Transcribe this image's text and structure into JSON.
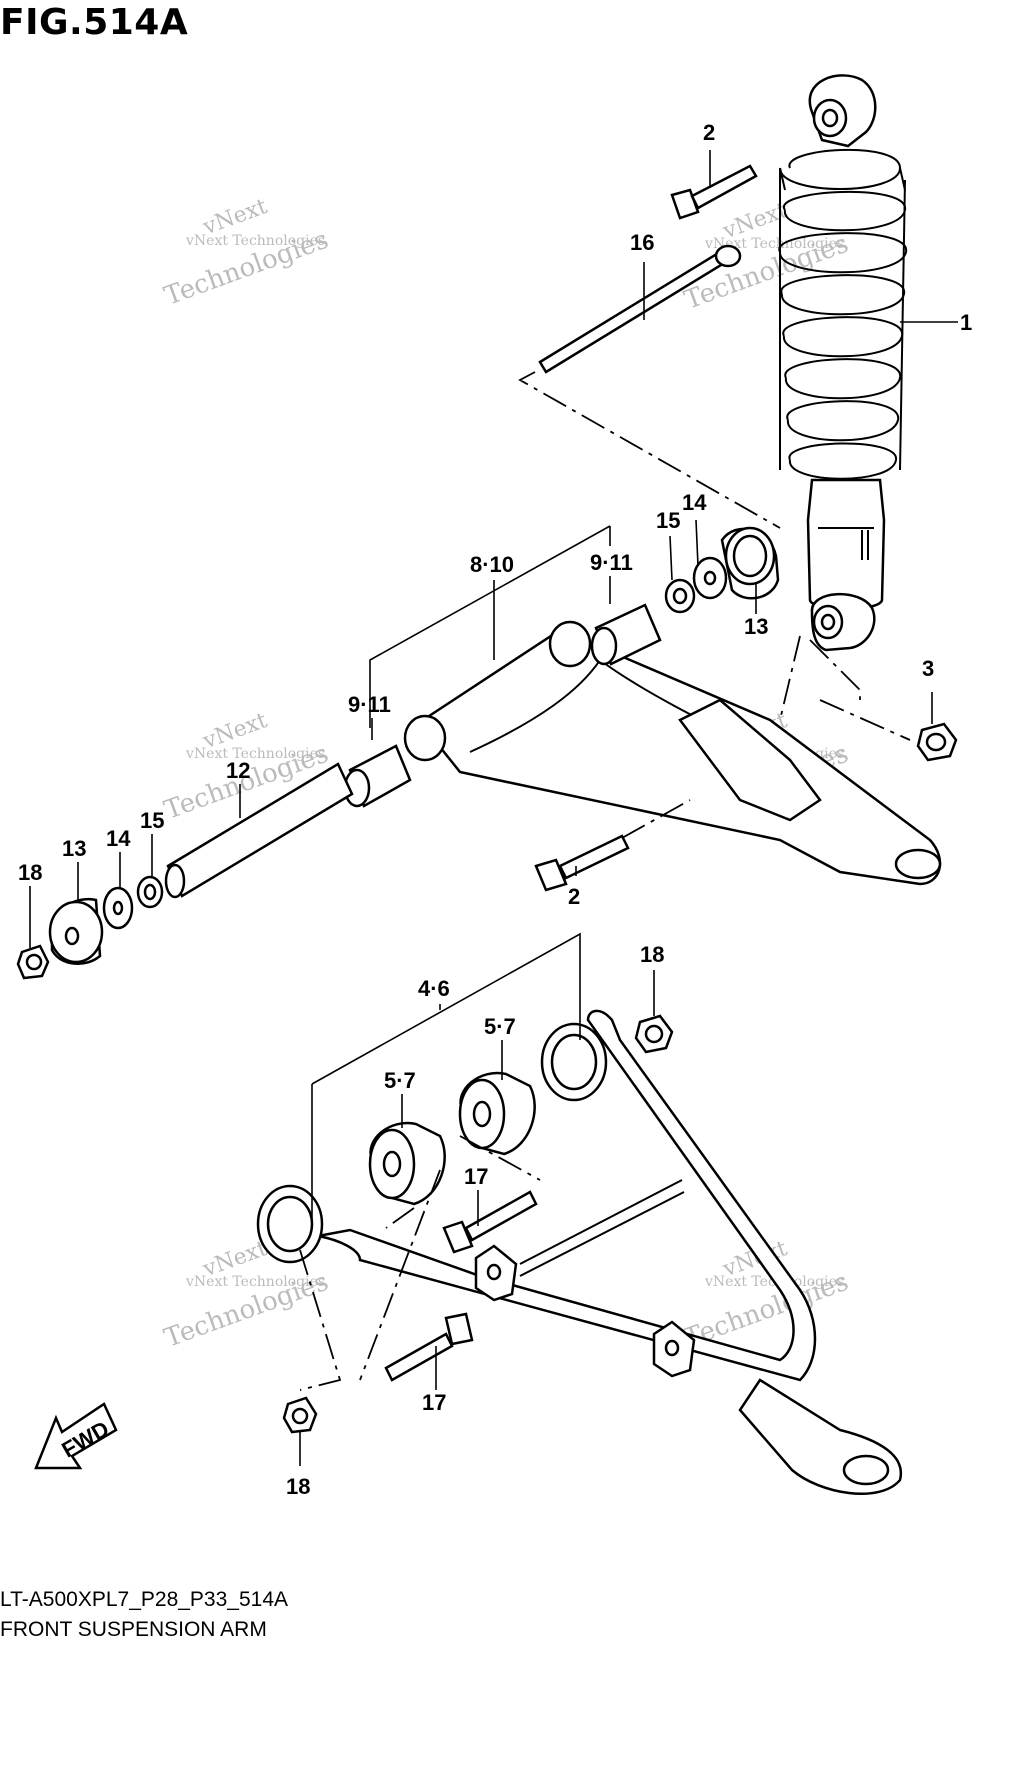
{
  "figure": {
    "title": "FIG.514A",
    "model_code": "LT-A500XPL7_P28_P33_514A",
    "caption": "FRONT SUSPENSION ARM"
  },
  "watermark": {
    "line1": "vNext",
    "line2": "vNext Technologies",
    "line3": "Technologies"
  },
  "callouts": {
    "c1": "1",
    "c2_top": "2",
    "c2_bottom": "2",
    "c3": "3",
    "c4_6": "4·6",
    "c5_7_left": "5·7",
    "c5_7_right": "5·7",
    "c8_10": "8·10",
    "c9_11_top": "9·11",
    "c9_11_left": "9·11",
    "c12": "12",
    "c13_top": "13",
    "c13_left": "13",
    "c14_top": "14",
    "c14_left": "14",
    "c15_top": "15",
    "c15_left": "15",
    "c16": "16",
    "c17_top": "17",
    "c17_bottom": "17",
    "c18_left": "18",
    "c18_right": "18",
    "c18_bottom": "18"
  },
  "fwd_label": "FWD",
  "colors": {
    "ink": "#000000",
    "watermark": "#bbbbbb",
    "background": "#ffffff"
  }
}
